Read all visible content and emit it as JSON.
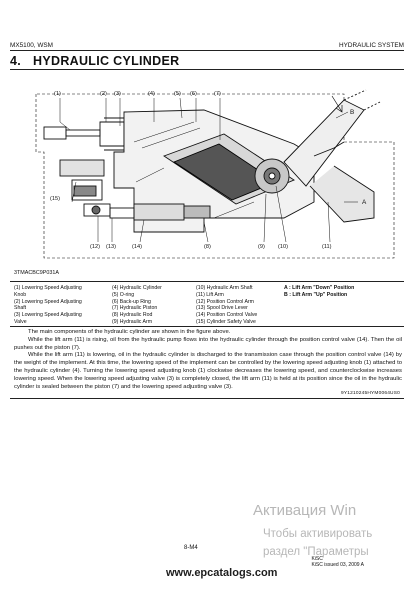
{
  "header": {
    "model": "MX5100, WSM",
    "section": "HYDRAULIC SYSTEM"
  },
  "title": {
    "number": "4.",
    "text": "HYDRAULIC CYLINDER"
  },
  "figure": {
    "code": "3TMACBC9P031A",
    "callouts": [
      "(1)",
      "(2)",
      "(3)",
      "(4)",
      "(5)",
      "(6)",
      "(7)",
      "(15)",
      "(12)",
      "(13)",
      "(14)",
      "(8)",
      "(9)",
      "(10)",
      "(11)",
      "B",
      "A"
    ]
  },
  "legend": {
    "col1": [
      "(1)    Lowering Speed Adjusting",
      "        Knob",
      "(2)    Lowering Speed Adjusting",
      "        Shaft",
      "(3)    Lowering Speed Adjusting",
      "        Valve"
    ],
    "col2": [
      "(4)  Hydraulic Cylinder",
      "(5)  O-ring",
      "(6)  Back-up Ring",
      "(7)  Hydraulic Piston",
      "(8)  Hydraulic Rod",
      "(9)  Hydraulic Arm"
    ],
    "col3": [
      "(10) Hydraulic Arm Shaft",
      "(11) Lift Arm",
      "(12) Position Control Arm",
      "(13) Spool Drive Lever",
      "(14) Position Control Valve",
      "(15) Cylinder Safety Valve"
    ],
    "col4": [
      "A :  Lift Arm \"Down\" Position",
      "B :  Lift Arm \"Up\" Position"
    ]
  },
  "body": [
    "The main components of the hydraulic cylinder are shown in the figure above.",
    "While the lift arm (11) is rising, oil from the hydraulic pump flows into the hydraulic cylinder through the position control valve (14). Then the oil pushes out the piston (7).",
    "While the lift arm (11) is lowering, oil in the hydraulic cylinder is discharged to the transmission case through the position control valve (14) by the weight of the implement. At this time, the lowering speed of the implement can be controlled by the lowering speed adjusting knob (1) attached to the hydraulic cylinder (4). Turning the lowering speed adjusting knob (1) clockwise decreases the lowering speed, and counterclockwise increases lowering speed. When the lowering speed adjusting valve (3) is completely closed, the lift arm (11) is held at its position since the oil in the hydraulic cylinder is sealed between the piston (7) and the lowering speed adjusting valve (3)."
  ],
  "docref": "9Y1210245HYM0064US0",
  "footer": {
    "page": "8-M4",
    "stamp_line1": "KiSC",
    "stamp_line2": "KiSC issued 03, 2009 A"
  },
  "watermark": [
    "Активация Win",
    "Чтобы активировать",
    "раздел \"Параметры"
  ],
  "site": "www.epcatalogs.com"
}
